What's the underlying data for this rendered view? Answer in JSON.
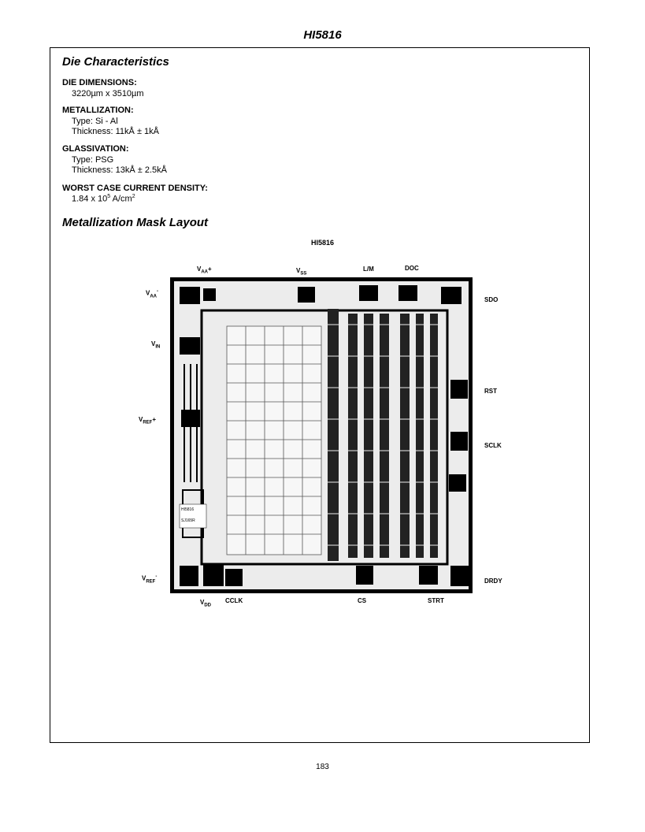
{
  "header": {
    "title": "HI5816"
  },
  "die_characteristics": {
    "heading": "Die Characteristics",
    "dimensions": {
      "label": "DIE DIMENSIONS:",
      "value": "3220µm x 3510µm"
    },
    "metallization": {
      "label": "METALLIZATION:",
      "type": "Type: Si - Al",
      "thickness": "Thickness: 11kÅ ± 1kÅ"
    },
    "glassivation": {
      "label": "GLASSIVATION:",
      "type": "Type: PSG",
      "thickness": "Thickness: 13kÅ ± 2.5kÅ"
    },
    "current_density": {
      "label": "WORST CASE CURRENT DENSITY:",
      "value_base": "1.84 x 10",
      "value_exp": "5",
      "value_unit": "A/cm",
      "value_unit_exp": "2"
    }
  },
  "mask_layout": {
    "heading": "Metallization Mask Layout",
    "chip_title": "HI5816",
    "pins": {
      "vaa_plus": {
        "base": "V",
        "sub": "AA",
        "suffix": "+"
      },
      "vss": {
        "base": "V",
        "sub": "SS",
        "suffix": ""
      },
      "lm": "L/M",
      "doc": "DOC",
      "vaa_minus": {
        "base": "V",
        "sub": "AA",
        "suffix": "-"
      },
      "vin": {
        "base": "V",
        "sub": "IN",
        "suffix": ""
      },
      "vref_plus": {
        "base": "V",
        "sub": "REF",
        "suffix": "+"
      },
      "vref_minus": {
        "base": "V",
        "sub": "REF",
        "suffix": "-"
      },
      "sdo": "SDO",
      "rst": "RST",
      "sclk": "SCLK",
      "drdy": "DRDY",
      "vdd": {
        "base": "V",
        "sub": "DD",
        "suffix": ""
      },
      "cclk": "CCLK",
      "cs": "CS",
      "strt": "STRT"
    },
    "die_marking": [
      "HI5816",
      "SJ165R"
    ]
  },
  "footer": {
    "page_number": "183"
  }
}
